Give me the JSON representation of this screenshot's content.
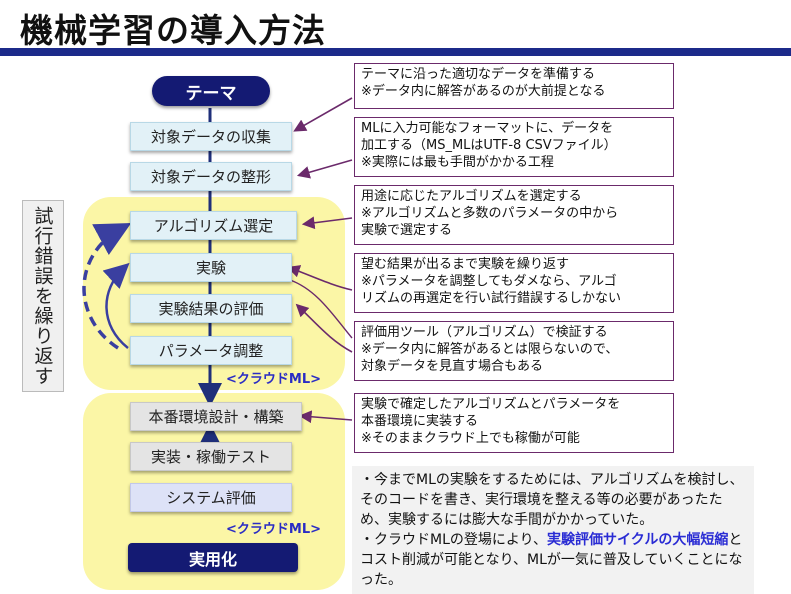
{
  "title": "機械学習の導入方法",
  "side_label": "試行錯誤を繰り返す",
  "steps": {
    "theme": "テーマ",
    "collect": "対象データの収集",
    "shape": "対象データの整形",
    "algorithm": "アルゴリズム選定",
    "experiment": "実験",
    "evaluate": "実験結果の評価",
    "tune": "パラメータ調整",
    "cloud_label_1": "<クラウドML>",
    "design": "本番環境設計・構築",
    "implement": "実装・稼働テスト",
    "system_eval": "システム評価",
    "cloud_label_2": "<クラウドML>",
    "production": "実用化"
  },
  "notes": [
    [
      "テーマに沿った適切なデータを準備する",
      "※データ内に解答があるのが大前提となる"
    ],
    [
      "MLに入力可能なフォーマットに、データを",
      "加工する（MS_MLはUTF-8 CSVファイル）",
      "※実際には最も手間がかかる工程"
    ],
    [
      "用途に応じたアルゴリズムを選定する",
      "※アルゴリズムと多数のパラメータの中から",
      "実験で選定する"
    ],
    [
      "望む結果が出るまで実験を繰り返す",
      "※パラメータを調整してもダメなら、アルゴ",
      "リズムの再選定を行い試行錯誤するしかない"
    ],
    [
      "評価用ツール（アルゴリズム）で検証する",
      "※データ内に解答があるとは限らないので、",
      "対象データを見直す場合もある"
    ],
    [
      "実験で確定したアルゴリズムとパラメータを",
      "本番環境に実装する",
      "※そのままクラウド上でも稼働が可能"
    ]
  ],
  "summary": {
    "p1": "・今までMLの実験をするためには、アルゴリズムを検討し、そのコードを書き、実行環境を整える等の必要があったため、実験するには膨大な手間がかかっていた。",
    "p2_pre": "・クラウドMLの登場により、",
    "p2_hl": "実験評価サイクルの大幅短縮",
    "p2_post": "とコスト削減が可能となり、MLが一気に普及していくことになった。"
  },
  "colors": {
    "title_bar": "#1c2a8a",
    "pill": "#141a73",
    "zone": "#fbf6a6",
    "note_border": "#6b2a6b",
    "highlight": "#2a2cd4"
  }
}
